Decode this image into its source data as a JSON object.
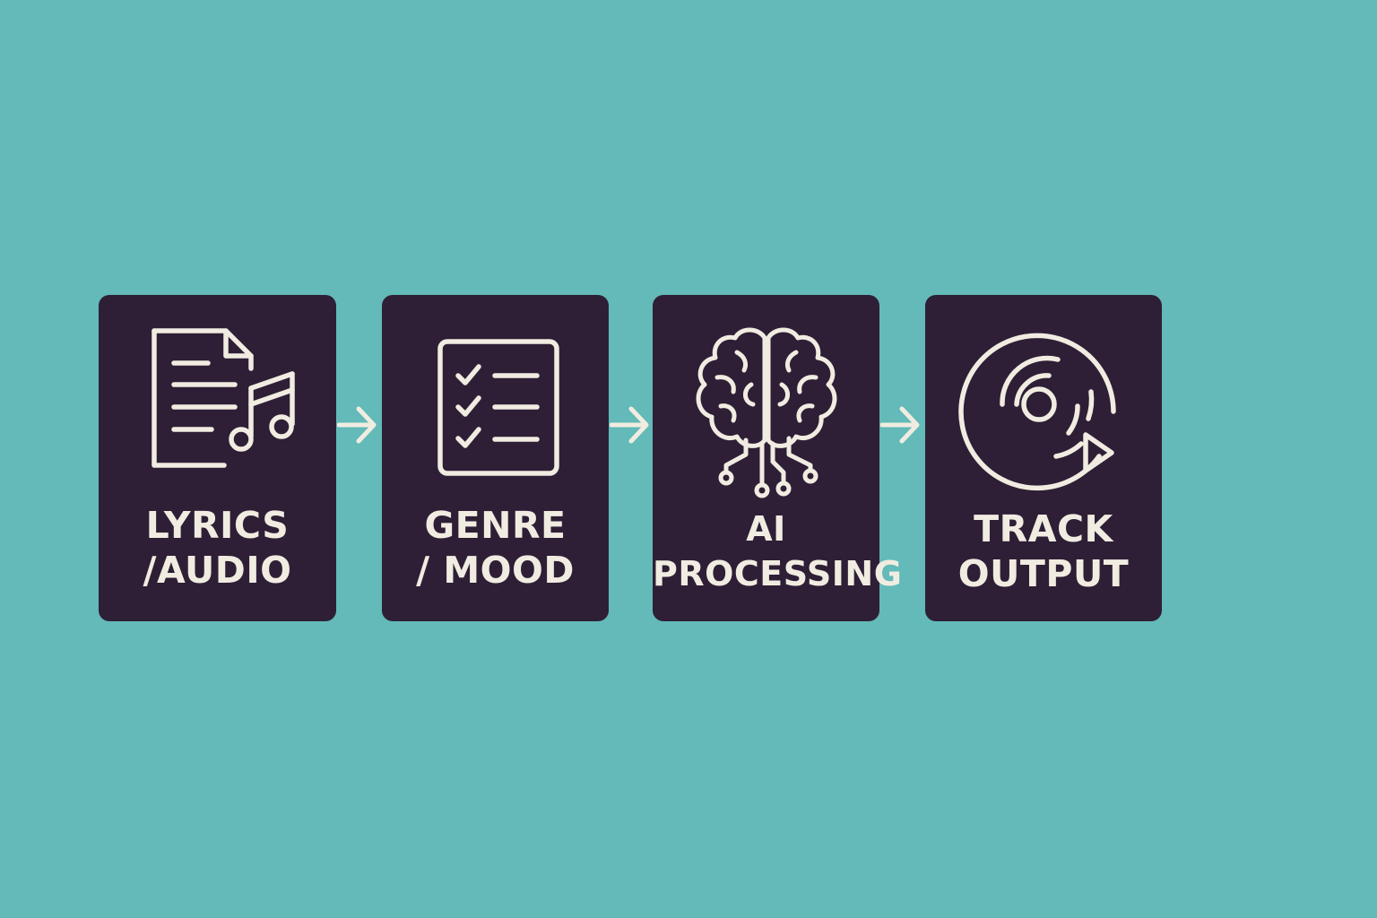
{
  "colors": {
    "background": "#63bab8",
    "card": "#2e1f36",
    "foreground": "#f1ece1"
  },
  "steps": [
    {
      "icon": "lyrics-document-music-note-icon",
      "label_line1": "LYRICS",
      "label_line2": "/AUDIO"
    },
    {
      "icon": "checklist-icon",
      "label_line1": "GENRE",
      "label_line2": "/ MOOD"
    },
    {
      "icon": "brain-circuit-icon",
      "label_line1": "AI",
      "label_line2": "PROCESSING"
    },
    {
      "icon": "disc-play-icon",
      "label_line1": "TRACK",
      "label_line2": "OUTPUT"
    }
  ],
  "connectors": [
    {
      "icon": "arrow-right-icon"
    },
    {
      "icon": "arrow-right-icon"
    },
    {
      "icon": "arrow-right-icon"
    }
  ]
}
